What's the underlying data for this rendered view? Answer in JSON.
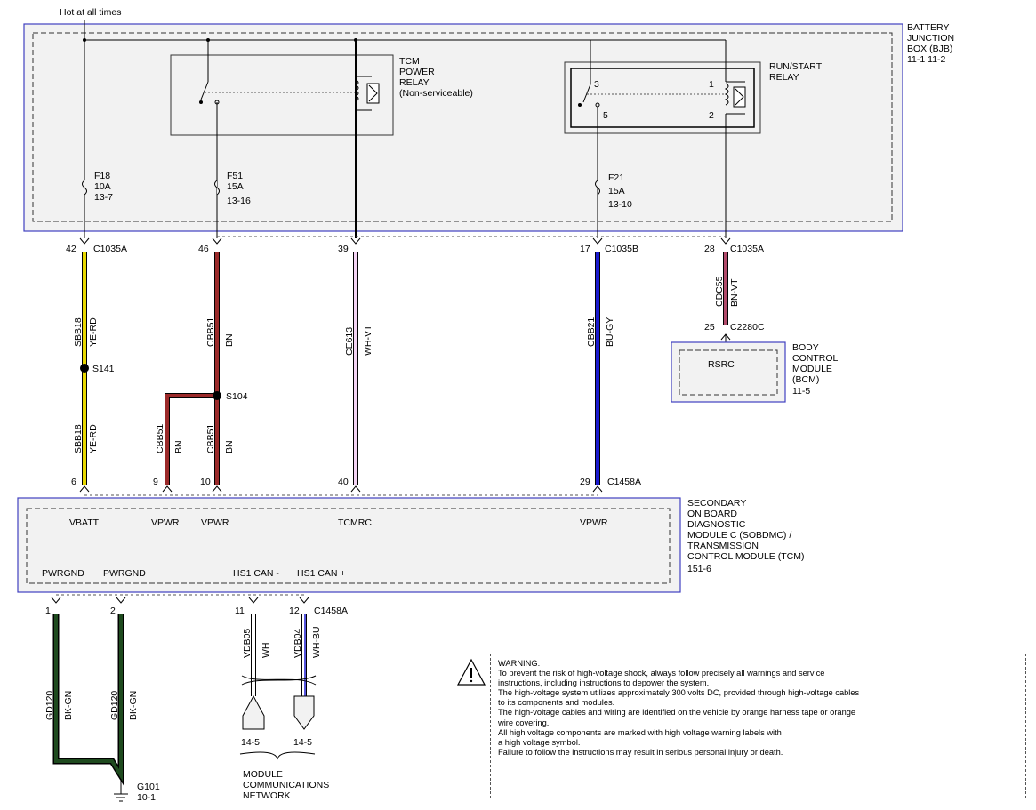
{
  "header": {
    "hot_label": "Hot at all times"
  },
  "bjb": {
    "name_lines": [
      "BATTERY",
      "JUNCTION",
      "BOX (BJB)",
      "11-1      11-2"
    ]
  },
  "tcm_relay": {
    "lines": [
      "TCM",
      "POWER",
      "RELAY",
      "(Non-serviceable)"
    ]
  },
  "runstart_relay": {
    "lines": [
      "RUN/START",
      "RELAY"
    ],
    "pins": [
      "1",
      "2",
      "3",
      "5"
    ]
  },
  "fuses": [
    {
      "name": "F18",
      "rating": "10A",
      "ref": "13-7"
    },
    {
      "name": "F51",
      "rating": "15A",
      "ref": "13-16"
    },
    {
      "name": "F21",
      "rating": "15A",
      "ref": "13-10"
    }
  ],
  "bjb_connectors": [
    {
      "pin": "42",
      "connector": "C1035A"
    },
    {
      "pin": "46",
      "connector": ""
    },
    {
      "pin": "39",
      "connector": ""
    },
    {
      "pin": "17",
      "connector": "C1035B"
    },
    {
      "pin": "28",
      "connector": "C1035A"
    }
  ],
  "wires": [
    {
      "circuit": "SBB18",
      "color": "YE-RD"
    },
    {
      "circuit": "SBB18",
      "color": "YE-RD"
    },
    {
      "circuit": "CBB51",
      "color": "BN"
    },
    {
      "circuit": "CBB51",
      "color": "BN"
    },
    {
      "circuit": "CBB51",
      "color": "BN"
    },
    {
      "circuit": "CE613",
      "color": "WH-VT"
    },
    {
      "circuit": "CBB21",
      "color": "BU-GY"
    },
    {
      "circuit": "CDC55",
      "color": "BN-VT"
    },
    {
      "circuit": "GD120",
      "color": "BK-GN"
    },
    {
      "circuit": "GD120",
      "color": "BK-GN"
    },
    {
      "circuit": "VDB05",
      "color": "WH"
    },
    {
      "circuit": "VDB04",
      "color": "WH-BU"
    }
  ],
  "splices": [
    "S141",
    "S104"
  ],
  "bcm": {
    "pin": "25",
    "connector": "C2280C",
    "pin_label": "RSRC",
    "name_lines": [
      "BODY",
      "CONTROL",
      "MODULE",
      "(BCM)",
      "11-5"
    ]
  },
  "tcm_connectors": [
    {
      "pin": "6",
      "connector": ""
    },
    {
      "pin": "9",
      "connector": ""
    },
    {
      "pin": "10",
      "connector": ""
    },
    {
      "pin": "40",
      "connector": ""
    },
    {
      "pin": "29",
      "connector": "C1458A"
    }
  ],
  "tcm_pin_labels": [
    "VBATT",
    "VPWR",
    "VPWR",
    "TCMRC",
    "VPWR"
  ],
  "tcm_name_lines": [
    "SECONDARY",
    "ON BOARD",
    "DIAGNOSTIC",
    "MODULE C (SOBDMC) /",
    "TRANSMISSION",
    "CONTROL MODULE (TCM)",
    "151-6"
  ],
  "tcm_lower_labels": [
    "PWRGND",
    "PWRGND",
    "HS1 CAN -",
    "HS1 CAN +"
  ],
  "lower_connectors": [
    {
      "pin": "1",
      "connector": ""
    },
    {
      "pin": "2",
      "connector": ""
    },
    {
      "pin": "11",
      "connector": ""
    },
    {
      "pin": "12",
      "connector": "C1458A"
    }
  ],
  "ground": {
    "name": "G101",
    "ref": "10-1"
  },
  "network": {
    "refs": [
      "14-5",
      "14-5"
    ],
    "label_lines": [
      "MODULE",
      "COMMUNICATIONS",
      "NETWORK"
    ]
  },
  "warning": {
    "title": "WARNING:",
    "lines": [
      "To prevent the risk of high-voltage shock, always follow precisely all warnings and service",
      "instructions, including instructions to depower the system.",
      "The high-voltage system utilizes approximately 300 volts DC, provided through high-voltage cables",
      "to its components and modules.",
      "The high-voltage cables and wiring are identified on the vehicle by orange harness tape or orange",
      "wire covering.",
      "All high voltage components are marked with high voltage warning labels with",
      "a high voltage symbol.",
      "Failure to follow the instructions may result in serious personal injury or death."
    ]
  },
  "colors": {
    "module_border": "#4040c0",
    "yellow": "#e8d800",
    "brown": "#9b2a2a",
    "blue": "#1a1ad0",
    "violet": "#e8b8e8",
    "green": "#1e4a1e"
  }
}
